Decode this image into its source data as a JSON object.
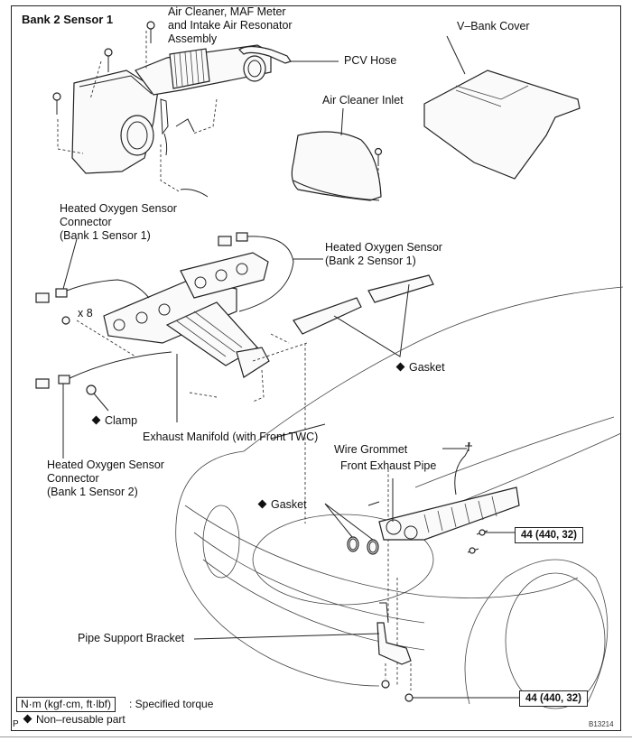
{
  "diagram": {
    "title": "Bank 2 Sensor 1",
    "figure_id": "B13214",
    "page_marker": "P",
    "labels": {
      "air_cleaner_assembly": "Air Cleaner, MAF Meter\nand Intake Air Resonator\nAssembly",
      "v_bank_cover": "V–Bank Cover",
      "pcv_hose": "PCV Hose",
      "air_cleaner_inlet": "Air Cleaner Inlet",
      "ho2s_connector_b1s1": "Heated Oxygen Sensor\nConnector\n(Bank 1 Sensor 1)",
      "ho2s_b2s1": "Heated Oxygen Sensor\n(Bank 2 Sensor 1)",
      "nut_qty": "x 8",
      "gasket_upper": "Gasket",
      "clamp": "Clamp",
      "exhaust_manifold": "Exhaust Manifold (with Front TWC)",
      "ho2s_connector_b1s2": "Heated Oxygen Sensor\nConnector\n(Bank 1 Sensor 2)",
      "wire_grommet": "Wire Grommet",
      "front_exhaust_pipe": "Front Exhaust Pipe",
      "gasket_lower": "Gasket",
      "pipe_support_bracket": "Pipe Support Bracket"
    },
    "torque_specs": [
      {
        "value": "44 (440, 32)",
        "target": "front-exhaust-pipe-bolt"
      },
      {
        "value": "44 (440, 32)",
        "target": "pipe-support-bracket-bolt"
      }
    ],
    "legend": {
      "torque_unit": "N·m (kgf·cm, ft·lbf)",
      "torque_desc": ": Specified torque",
      "non_reusable": "Non–reusable part"
    }
  }
}
